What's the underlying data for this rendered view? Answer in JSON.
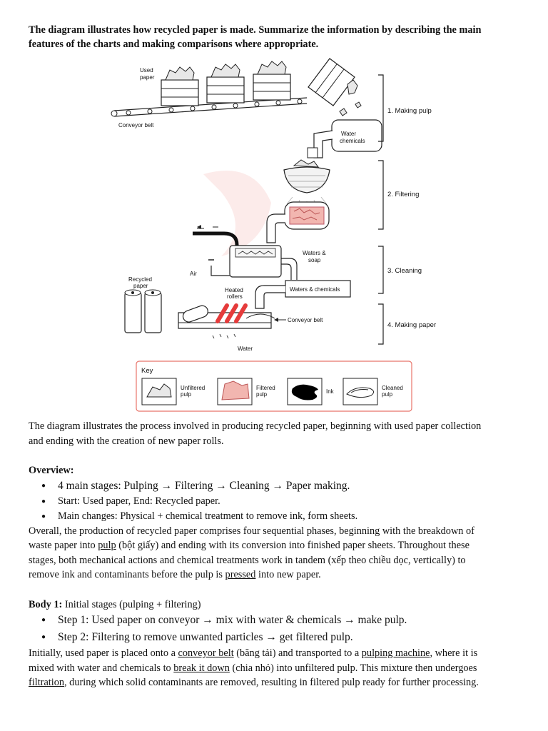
{
  "task": {
    "line1": "The diagram illustrates how recycled paper is made. Summarize the information by describing the main",
    "line2": "features of the charts and making comparisons where appropriate."
  },
  "diagram": {
    "used_paper_l1": "Used",
    "used_paper_l2": "paper",
    "conveyor_belt_top": "Conveyor belt",
    "water_l1": "Water",
    "water_l2": "chemicals",
    "stage1": "1. Making pulp",
    "stage2": "2. Filtering",
    "stage3": "3. Cleaning",
    "stage4": "4. Making paper",
    "waters_soap_l1": "Waters &",
    "waters_soap_l2": "soap",
    "air": "Air",
    "recycled_l1": "Recycled",
    "recycled_l2": "paper",
    "heated_l1": "Heated",
    "heated_l2": "rollers",
    "waters_chem": "Waters & chemicals",
    "conveyor_belt_bottom": "Conveyor belt",
    "water_bottom": "Water",
    "key_title": "Key",
    "key_unfiltered_l1": "Unfiltered",
    "key_unfiltered_l2": "pulp",
    "key_filtered_l1": "Filtered",
    "key_filtered_l2": "pulp",
    "key_ink": "Ink",
    "key_cleaned_l1": "Cleaned",
    "key_cleaned_l2": "pulp",
    "key_border_color": "#e8746a",
    "filtered_pulp_color": "#f2b6b0",
    "roller_color": "#e53b3b"
  },
  "intro": {
    "line1": "The diagram illustrates the process involved in producing recycled paper, beginning with used paper collection",
    "line2": "and ending with the creation of new paper rolls."
  },
  "overview": {
    "heading": "Overview:",
    "bullets": [
      "4 main stages: Pulping → Filtering → Cleaning → Paper making.",
      "Start: Used paper, End: Recycled paper.",
      "Main changes: Physical + chemical treatment to remove ink, form sheets."
    ],
    "p_l1": "Overall, the production of recycled paper comprises four sequential phases, beginning with the breakdown of",
    "p_l2_a": "waste paper into ",
    "p_l2_u": "pulp",
    "p_l2_b": " (bột giấy) and ending with its conversion into finished paper sheets. Throughout these",
    "p_l3": "stages, both mechanical actions and chemical treatments work in tandem (xếp theo chiều dọc, vertically) to",
    "p_l4_a": "remove ink and contaminants before the pulp is ",
    "p_l4_u": "pressed",
    "p_l4_b": " into new paper."
  },
  "body1": {
    "heading": "Body 1:",
    "heading_rest": " Initial stages (pulping + filtering)",
    "bullets": [
      "Step 1: Used paper on conveyor → mix with water & chemicals → make pulp.",
      "Step 2: Filtering to remove unwanted particles → get filtered pulp."
    ],
    "l1_a": "Initially, used paper is placed onto a ",
    "l1_u1": "conveyor belt",
    "l1_b": " (băng tải) and transported to a ",
    "l1_u2": "pulping machine",
    "l1_c": ", where it is",
    "l2_a": "mixed with water and chemicals to ",
    "l2_u": "break it down",
    "l2_b": " (chia nhỏ) into unfiltered pulp. This mixture then undergoes",
    "l3_u": "filtration",
    "l3_b": ", during which solid contaminants are removed, resulting in filtered pulp ready for further processing."
  }
}
